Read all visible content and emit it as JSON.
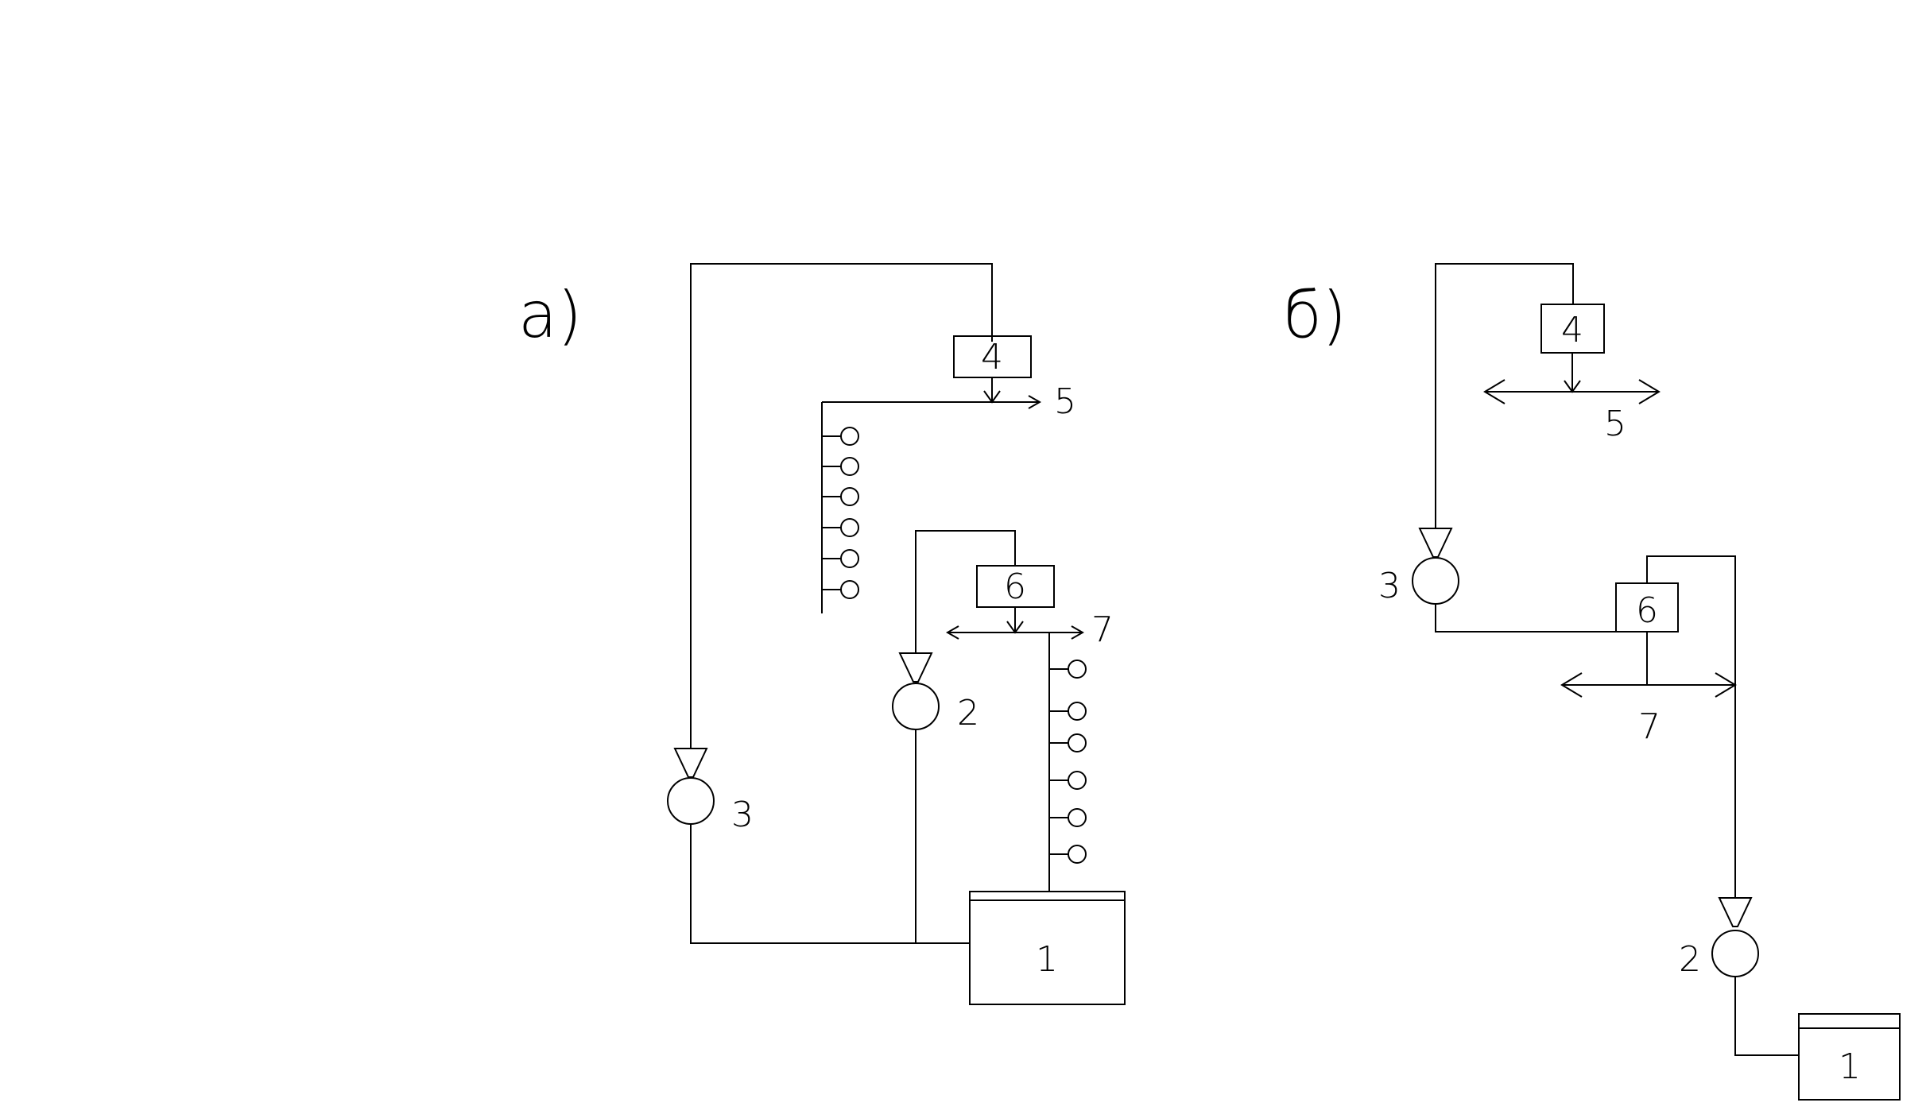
{
  "diagram": {
    "panel_a": {
      "label": "а)",
      "tank": "1",
      "pump_lower": "2",
      "pump_upper": "3",
      "block_upper": "4",
      "upper_arrow": "5",
      "block_lower": "6",
      "lower_arrow": "7"
    },
    "panel_b": {
      "label": "б)",
      "block_upper": "4",
      "upper_arrow": "5",
      "pump_upper": "3",
      "block_lower": "6",
      "lower_arrow": "7",
      "pump_lower": "2",
      "tank": "1"
    }
  }
}
